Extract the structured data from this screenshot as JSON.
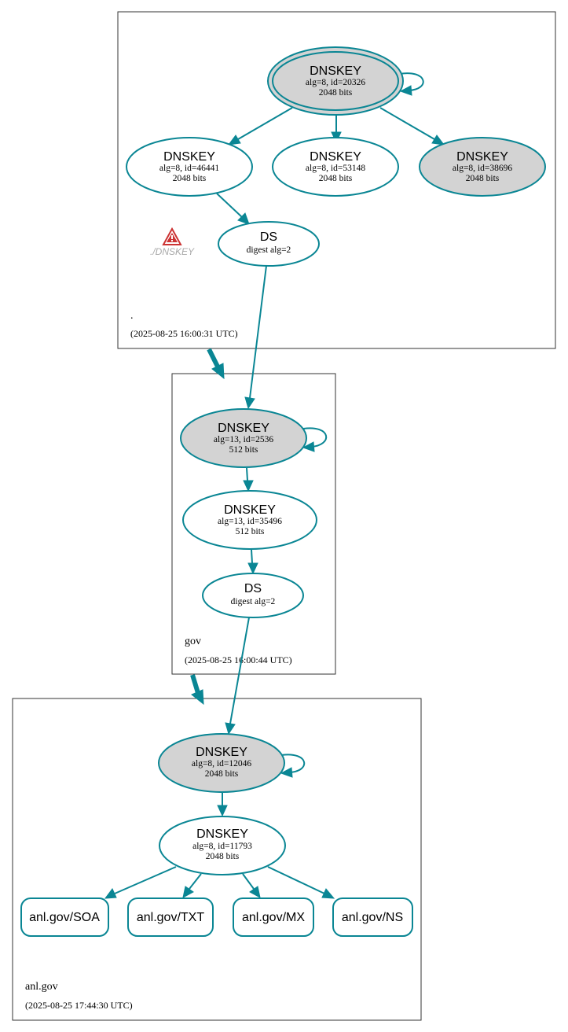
{
  "zones": {
    "root": {
      "name": ".",
      "timestamp": "(2025-08-25 16:00:31 UTC)"
    },
    "gov": {
      "name": "gov",
      "timestamp": "(2025-08-25 16:00:44 UTC)"
    },
    "anl": {
      "name": "anl.gov",
      "timestamp": "(2025-08-25 17:44:30 UTC)"
    }
  },
  "nodes": {
    "root_ksk": {
      "title": "DNSKEY",
      "detail": "alg=8, id=20326",
      "size": "2048 bits"
    },
    "root_zsk1": {
      "title": "DNSKEY",
      "detail": "alg=8, id=46441",
      "size": "2048 bits"
    },
    "root_zsk2": {
      "title": "DNSKEY",
      "detail": "alg=8, id=53148",
      "size": "2048 bits"
    },
    "root_key3": {
      "title": "DNSKEY",
      "detail": "alg=8, id=38696",
      "size": "2048 bits"
    },
    "root_ds": {
      "title": "DS",
      "detail": "digest alg=2"
    },
    "gov_ksk": {
      "title": "DNSKEY",
      "detail": "alg=13, id=2536",
      "size": "512 bits"
    },
    "gov_zsk": {
      "title": "DNSKEY",
      "detail": "alg=13, id=35496",
      "size": "512 bits"
    },
    "gov_ds": {
      "title": "DS",
      "detail": "digest alg=2"
    },
    "anl_ksk": {
      "title": "DNSKEY",
      "detail": "alg=8, id=12046",
      "size": "2048 bits"
    },
    "anl_zsk": {
      "title": "DNSKEY",
      "detail": "alg=8, id=11793",
      "size": "2048 bits"
    }
  },
  "warning": {
    "label": "./DNSKEY"
  },
  "records": {
    "soa": "anl.gov/SOA",
    "txt": "anl.gov/TXT",
    "mx": "anl.gov/MX",
    "ns": "anl.gov/NS"
  },
  "colors": {
    "edge": "#0a8694",
    "ksk_fill": "#d3d3d3",
    "warning_red": "#cc3333"
  }
}
